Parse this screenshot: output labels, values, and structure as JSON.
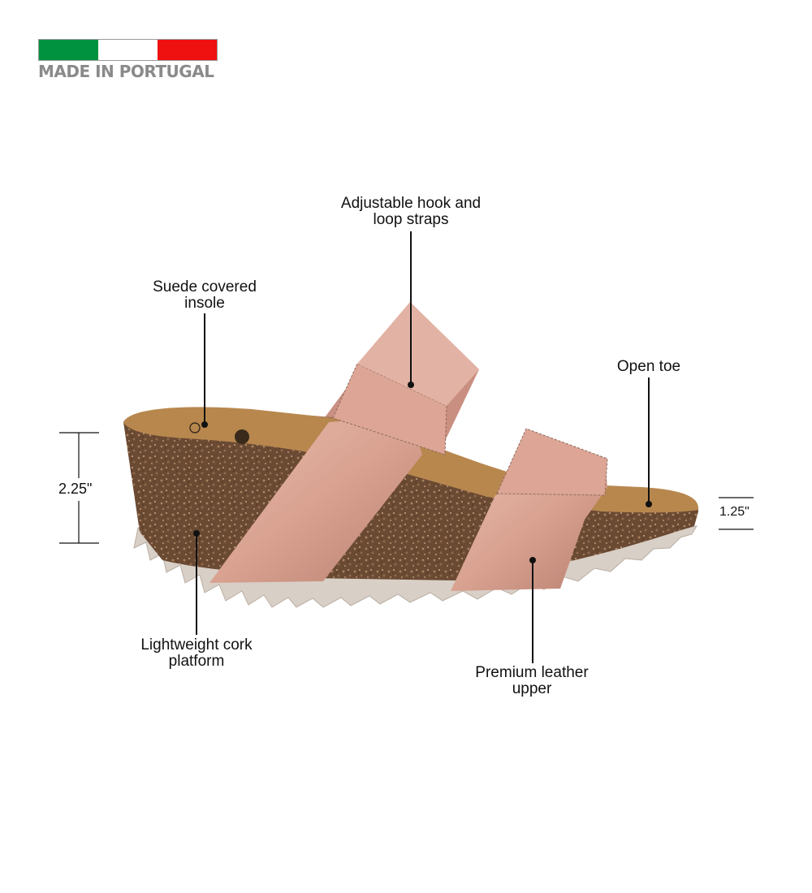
{
  "badge": {
    "origin_text": "MADE IN PORTUGAL",
    "flag_colors": [
      "#00923f",
      "#ffffff",
      "#ef1010"
    ]
  },
  "product": {
    "icon": "cork-wedge-sandal-illustration",
    "colors": {
      "strap": "#d9a89a",
      "cork": "#6b4a33",
      "insole": "#b8874e",
      "sole": "#d8cfc6"
    }
  },
  "callouts": {
    "straps": "Adjustable hook and\nloop straps",
    "insole": "Suede covered\ninsole",
    "open_toe": "Open toe",
    "platform": "Lightweight cork\nplatform",
    "upper": "Premium leather\nupper"
  },
  "dimensions": {
    "heel_height": "2.25\"",
    "toe_height": "1.25\""
  }
}
